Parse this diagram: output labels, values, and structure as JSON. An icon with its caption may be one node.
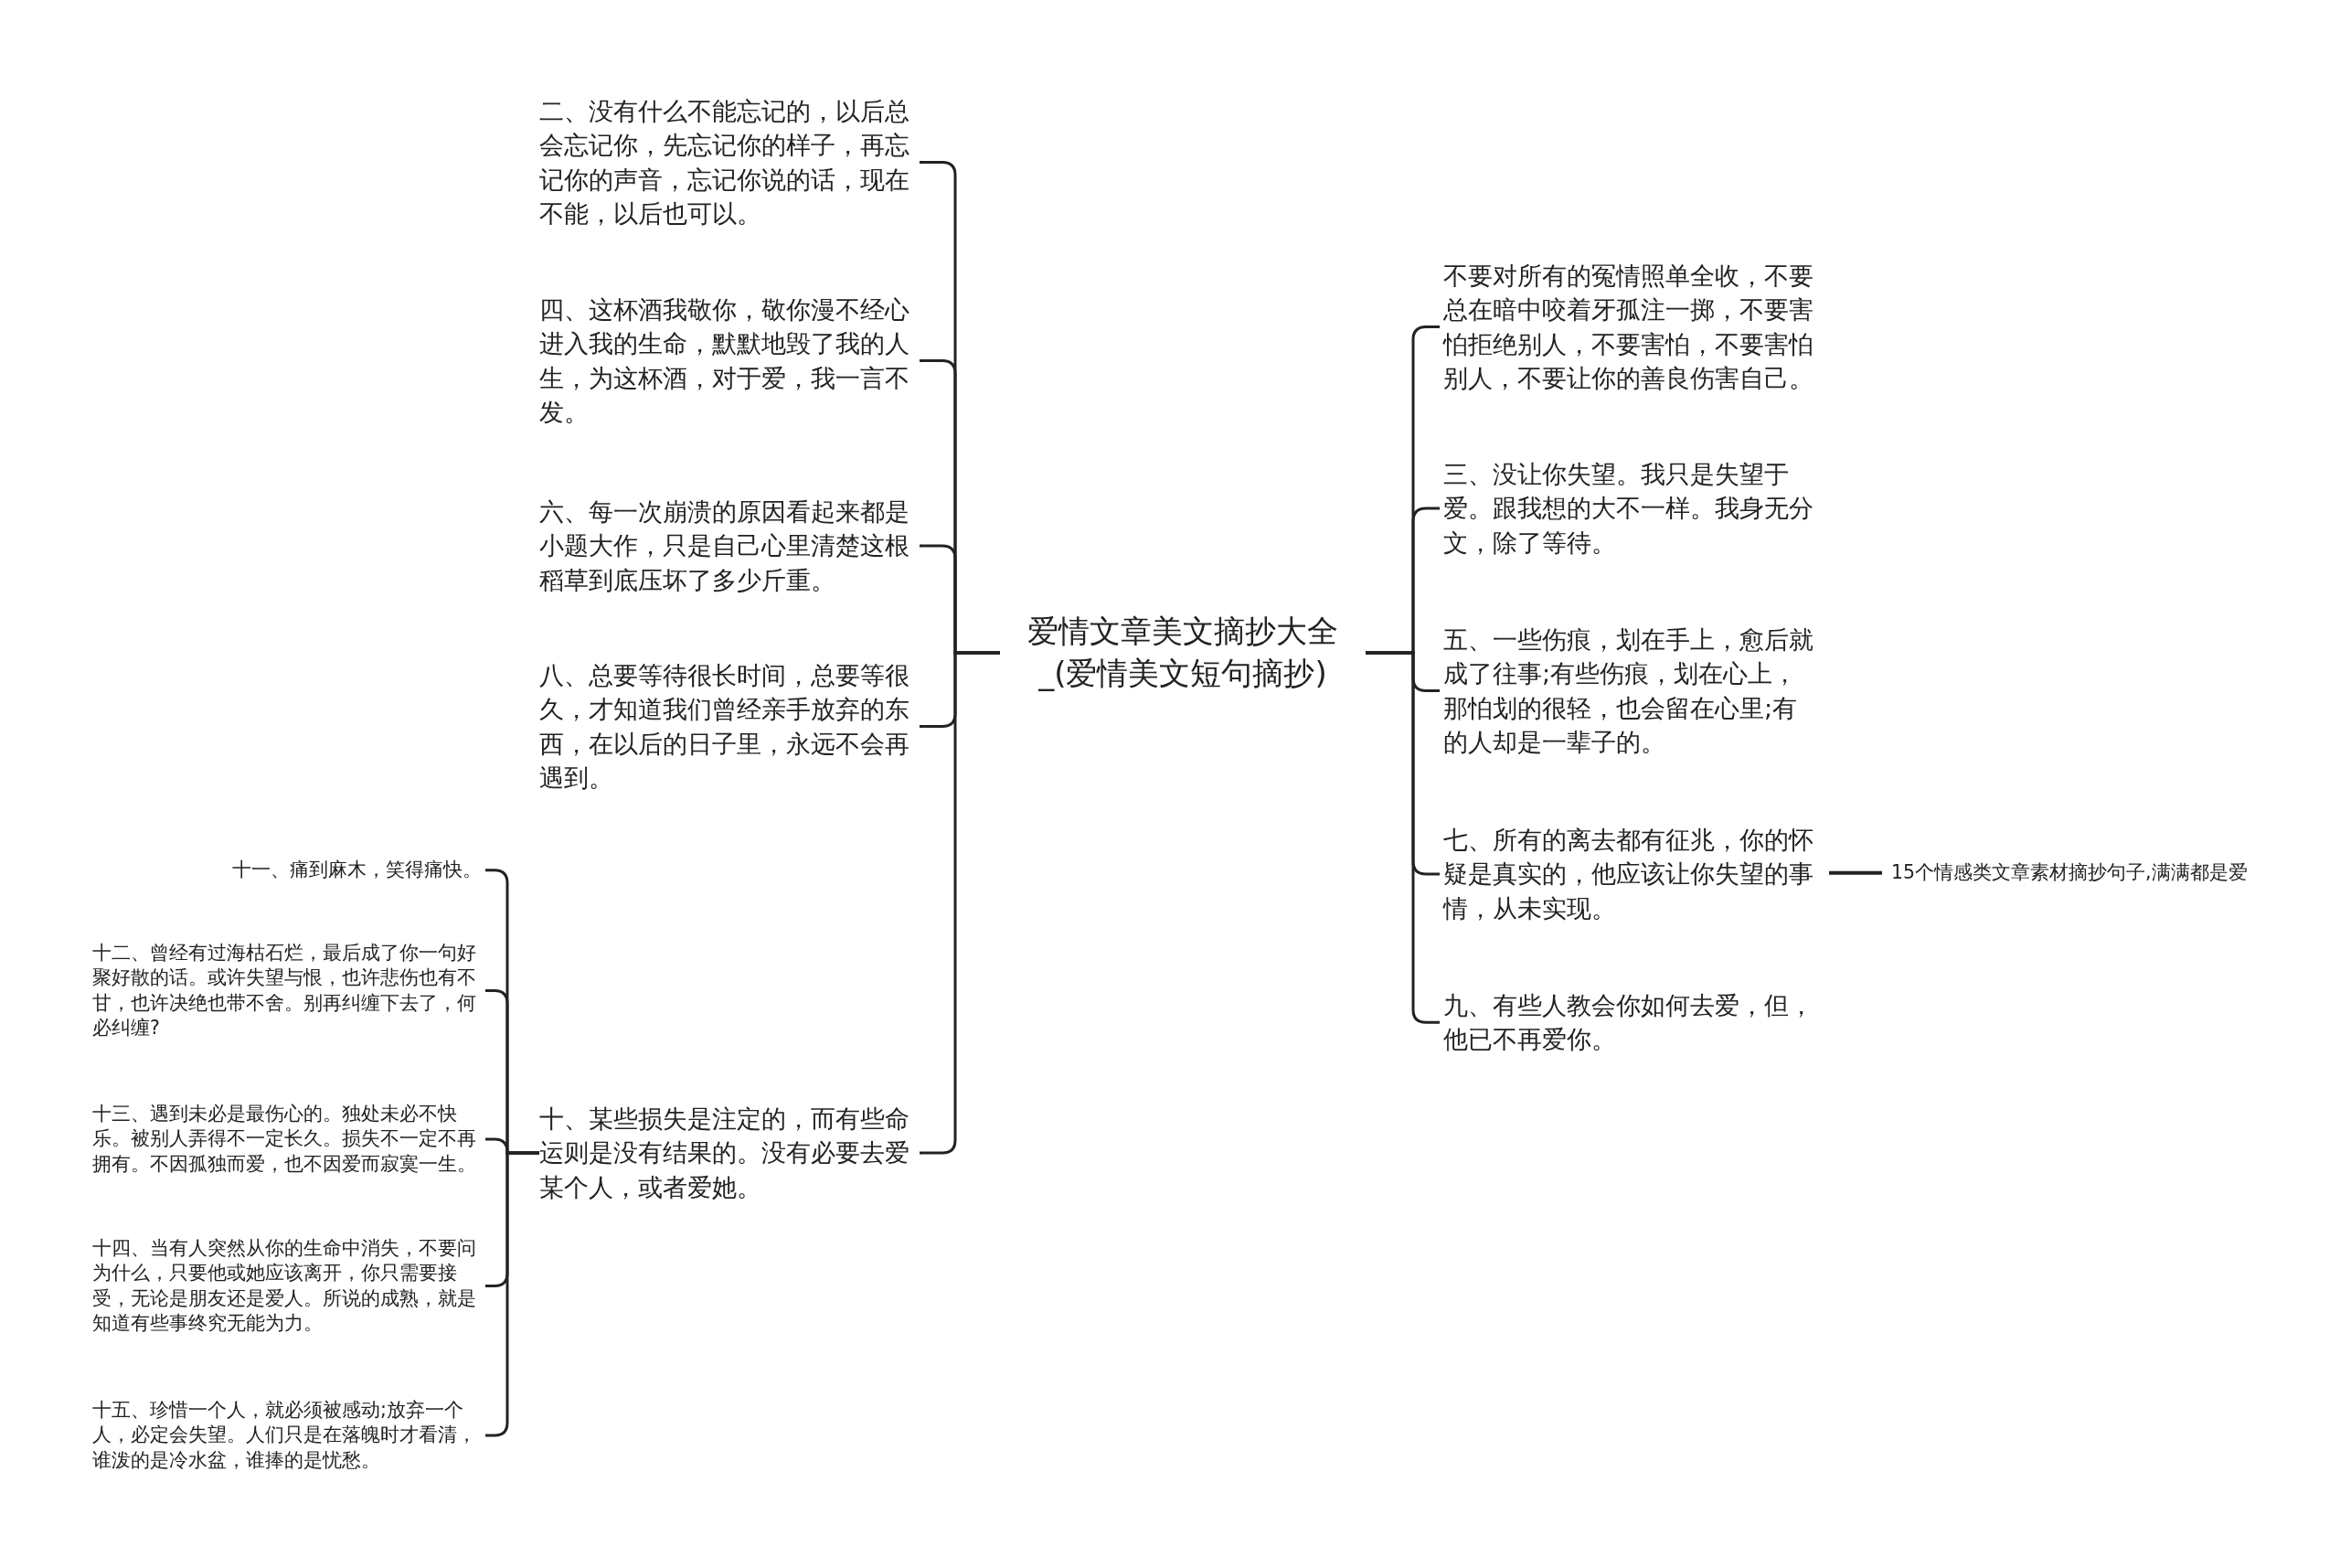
{
  "diagram": {
    "nodes": [
      {
        "text": [
          "爱情文章美文摘抄大全_(爱情美文短句摘抄)"
        ]
      },
      {
        "text": [
          "二、没有什么不能忘记的，以后总会忘记你，先忘记你的样子，再忘记你的声音，忘记你说的话，现在不能，以后也可以。"
        ]
      },
      {
        "text": [
          "四、这杯酒我敬你，敬你漫不经心进入我的生命，默默地毁了我的人生，为这杯酒，对于爱，我一言不发。"
        ]
      },
      {
        "text": [
          "六、每一次崩溃的原因看起来都是小题大作，只是自己心里清楚这根稻草到底压坏了多少斤重。"
        ]
      },
      {
        "text": [
          "八、总要等待很长时间，总要等很久，才知道我们曾经亲手放弃的东西，在以后的日子里，永远不会再遇到。"
        ]
      },
      {
        "text": [
          "十、某些损失是注定的，而有些命运则是没有结果的。没有必要去爱某个人，或者爱她。"
        ]
      },
      {
        "text": [
          "十一、痛到麻木，笑得痛快。"
        ]
      },
      {
        "text": [
          "十二、曾经有过海枯石烂，最后成了你一句好聚好散的话。或许失望与恨，也许悲伤也有不甘，也许决绝也带不舍。别再纠缠下去了，何必纠缠?"
        ]
      },
      {
        "text": [
          "十三、遇到未必是最伤心的。独处未必不快乐。被别人弄得不一定长久。损失不一定不再拥有。不因孤独而爱，也不因爱而寂寞一生。"
        ]
      },
      {
        "text": [
          "十四、当有人突然从你的生命中消失，不要问为什么，只要他或她应该离开，你只需要接受，无论是朋友还是爱人。所说的成熟，就是知道有些事终究无能为力。"
        ]
      },
      {
        "text": [
          "十五、珍惜一个人，就必须被感动;放弃一个人，必定会失望。人们只是在落魄时才看清，谁泼的是冷水盆，谁捧的是忧愁。"
        ]
      },
      {
        "text": [
          "不要对所有的冤情照单全收，不要总在暗中咬着牙孤注一掷，不要害怕拒绝别人，不要害怕，不要害怕别人，不要让你的善良伤害自己。"
        ]
      },
      {
        "text": [
          "三、没让你失望。我只是失望于爱。跟我想的大不一样。我身无分文，除了等待。"
        ]
      },
      {
        "text": [
          "五、一些伤痕，划在手上，愈后就成了往事;有些伤痕，划在心上，那怕划的很轻，也会留在心里;有的人却是一辈子的。"
        ]
      },
      {
        "text": [
          "七、所有的离去都有征兆，你的怀疑是真实的，他应该让你失望的事情，从未实现。"
        ]
      },
      {
        "text": [
          "九、有些人教会你如何去爱，但，他已不再爱你。"
        ]
      },
      {
        "text": [
          "15个情感类文章素材摘抄句子,满满都是爱"
        ]
      }
    ],
    "edges": [
      {
        "from": 0,
        "to": 1,
        "arrow": "none"
      },
      {
        "from": 0,
        "to": 2,
        "arrow": "none"
      },
      {
        "from": 0,
        "to": 3,
        "arrow": "none"
      },
      {
        "from": 0,
        "to": 4,
        "arrow": "none"
      },
      {
        "from": 0,
        "to": 5,
        "arrow": "none"
      },
      {
        "from": 5,
        "to": 6,
        "arrow": "none"
      },
      {
        "from": 5,
        "to": 7,
        "arrow": "none"
      },
      {
        "from": 5,
        "to": 8,
        "arrow": "none"
      },
      {
        "from": 5,
        "to": 9,
        "arrow": "none"
      },
      {
        "from": 5,
        "to": 10,
        "arrow": "none"
      },
      {
        "from": 0,
        "to": 11,
        "arrow": "none"
      },
      {
        "from": 0,
        "to": 12,
        "arrow": "none"
      },
      {
        "from": 0,
        "to": 13,
        "arrow": "none"
      },
      {
        "from": 0,
        "to": 14,
        "arrow": "none"
      },
      {
        "from": 0,
        "to": 15,
        "arrow": "none"
      },
      {
        "from": 14,
        "to": 16,
        "arrow": "none"
      }
    ]
  }
}
